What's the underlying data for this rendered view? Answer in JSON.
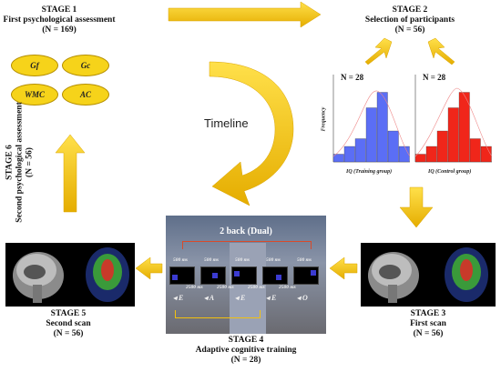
{
  "stage1": {
    "title": "STAGE 1",
    "subtitle": "First psychological assessment",
    "n": "(N = 169)"
  },
  "stage2": {
    "title": "STAGE 2",
    "subtitle": "Selection of participants",
    "n": "(N = 56)"
  },
  "stage3": {
    "title": "STAGE 3",
    "subtitle": "First scan",
    "n": "(N = 56)"
  },
  "stage4": {
    "title": "STAGE 4",
    "subtitle": "Adaptive cognitive training",
    "n": "(N = 28)"
  },
  "stage5": {
    "title": "STAGE 5",
    "subtitle": "Second scan",
    "n": "(N = 56)"
  },
  "stage6": {
    "title": "STAGE 6",
    "subtitle": "Second psychological assessment",
    "n": "(N = 56)"
  },
  "abilities": [
    "Gf",
    "Gc",
    "WMC",
    "AC"
  ],
  "timeline_label": "Timeline",
  "training_group": {
    "n": "N = 28",
    "xlabel": "IQ (Training group)",
    "ylabel": "Frequency"
  },
  "control_group": {
    "n": "N = 28",
    "xlabel": "IQ (Control group)"
  },
  "task": {
    "title": "2 back (Dual)",
    "durations_top": [
      "500 ms",
      "500 ms",
      "500 ms",
      "500 ms",
      "500 ms"
    ],
    "durations_bottom": [
      "2500 ms",
      "2500 ms",
      "2500 ms",
      "2500 ms"
    ],
    "letters": [
      "E",
      "A",
      "E",
      "E",
      "O"
    ]
  },
  "colors": {
    "arrow": "#f2c10f",
    "training": "#5b6ef5",
    "control": "#f0261a"
  }
}
